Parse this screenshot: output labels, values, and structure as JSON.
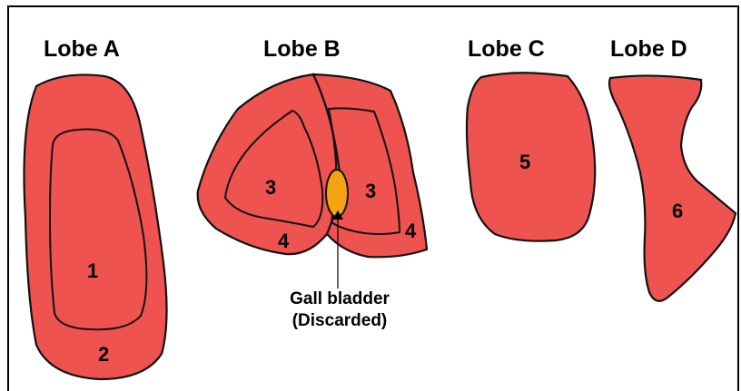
{
  "colors": {
    "lobe_fill": "#ef5350",
    "outline": "#111111",
    "gallbladder_fill": "#f5a311"
  },
  "lobes": {
    "a": {
      "title": "Lobe A",
      "regions": [
        "1",
        "2"
      ]
    },
    "b": {
      "title": "Lobe B",
      "regions": [
        "3",
        "3",
        "4",
        "4"
      ]
    },
    "c": {
      "title": "Lobe C",
      "regions": [
        "5"
      ]
    },
    "d": {
      "title": "Lobe D",
      "regions": [
        "6"
      ]
    }
  },
  "gallbladder": {
    "line1": "Gall bladder",
    "line2": "(Discarded)"
  }
}
